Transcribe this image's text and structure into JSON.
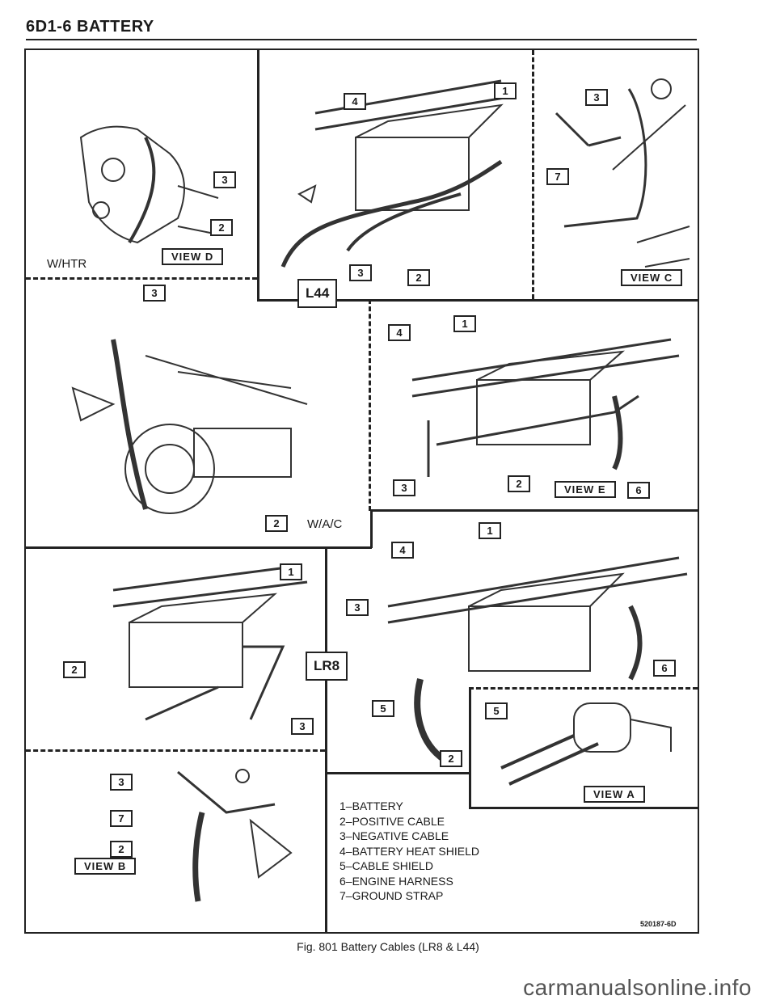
{
  "header": {
    "title": "6D1-6 BATTERY"
  },
  "engines": {
    "l44": "L44",
    "lr8": "LR8"
  },
  "labels": {
    "whtr": "W/HTR",
    "wac": "W/A/C"
  },
  "views": {
    "a": "VIEW A",
    "b": "VIEW B",
    "c": "VIEW C",
    "d": "VIEW D",
    "e": "VIEW E"
  },
  "callouts": {
    "battery": "1",
    "positive_cable": "2",
    "negative_cable": "3",
    "heat_shield": "4",
    "cable_shield": "5",
    "engine_harness": "6",
    "ground_strap": "7"
  },
  "legend": [
    "1–BATTERY",
    "2–POSITIVE CABLE",
    "3–NEGATIVE CABLE",
    "4–BATTERY HEAT SHIELD",
    "5–CABLE SHIELD",
    "6–ENGINE HARNESS",
    "7–GROUND STRAP"
  ],
  "part_number": "520187-6D",
  "caption": "Fig. 801 Battery Cables (LR8 & L44)",
  "watermark": "carmanualsonline.info"
}
